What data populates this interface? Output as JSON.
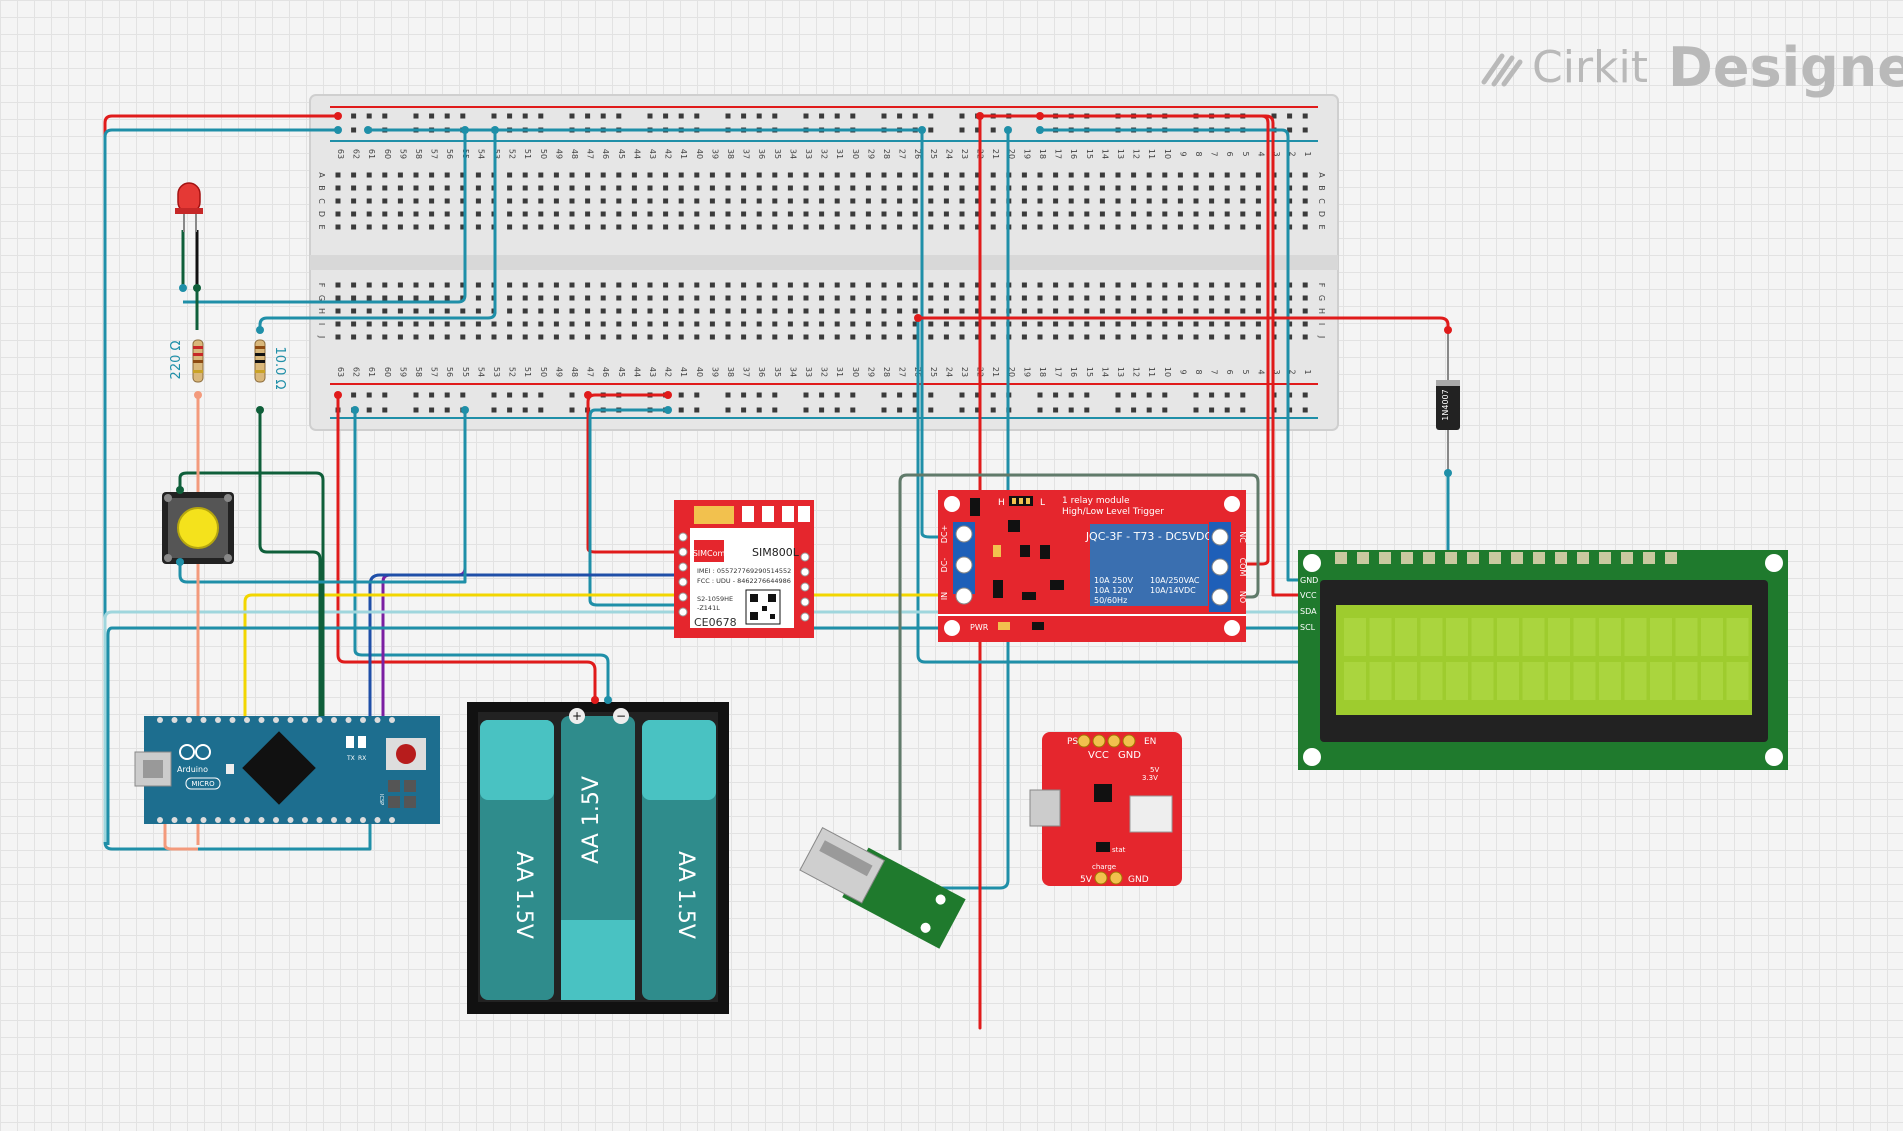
{
  "app": {
    "logo_brand": "Cirkit",
    "logo_product": "Designer"
  },
  "breadboard": {
    "column_numbers": [
      "63",
      "62",
      "61",
      "60",
      "59",
      "58",
      "57",
      "56",
      "55",
      "54",
      "53",
      "52",
      "51",
      "50",
      "49",
      "48",
      "47",
      "46",
      "45",
      "44",
      "43",
      "42",
      "41",
      "40",
      "39",
      "38",
      "37",
      "36",
      "35",
      "34",
      "33",
      "32",
      "31",
      "30",
      "29",
      "28",
      "27",
      "26",
      "25",
      "24",
      "23",
      "22",
      "21",
      "20",
      "19",
      "18",
      "17",
      "16",
      "15",
      "14",
      "13",
      "12",
      "11",
      "10",
      "9",
      "8",
      "7",
      "6",
      "5",
      "4",
      "3",
      "2",
      "1"
    ],
    "row_letters_top": [
      "A",
      "B",
      "C",
      "D",
      "E"
    ],
    "row_letters_bottom": [
      "F",
      "G",
      "H",
      "I",
      "J"
    ]
  },
  "components": {
    "resistor_1": {
      "label": "220 Ω"
    },
    "resistor_2": {
      "label": "10.0 Ω"
    },
    "diode": {
      "label": "1N4007"
    },
    "sim_module": {
      "brand": "SIMCom",
      "model": "SIM800L",
      "imei": "IMEI : 055727769290514552",
      "fcc": "FCC : UDU - 8462276644986",
      "code": "S2-1059HE",
      "code2": "-Z141L",
      "ce": "CE0678"
    },
    "relay": {
      "title": "1 relay module",
      "subtitle": "High/Low Level Trigger",
      "relay_model": "JQC-3F - T73 - DC5VDC",
      "spec_left": [
        "10A 250V",
        "10A 120V",
        "50/60Hz"
      ],
      "spec_right": [
        "10A/250VAC",
        "10A/14VDC"
      ],
      "pin_dc_plus": "DC+",
      "pin_dc_minus": "DC-",
      "pin_in": "IN",
      "pin_no": "NO",
      "pin_com": "COM",
      "pin_nc": "NC",
      "pwr": "PWR",
      "h": "H",
      "l": "L"
    },
    "lcd": {
      "pins": [
        "GND",
        "VCC",
        "SDA",
        "SCL"
      ]
    },
    "battery": {
      "cells": [
        "AA 1.5V",
        "AA 1.5V",
        "AA 1.5V"
      ],
      "plus": "+",
      "minus": "−"
    },
    "arduino": {
      "brand": "Arduino",
      "model": "MICRO",
      "tx": "TX",
      "rx": "RX",
      "icsp": "ICSP"
    },
    "charger": {
      "ps": "PS",
      "en": "EN",
      "vcc": "VCC",
      "gnd_top": "GND",
      "v5": "5V",
      "v33": "3.3V",
      "charge": "charge",
      "stat": "stat",
      "v5_bottom": "5V",
      "gnd_bottom": "GND"
    }
  },
  "colors": {
    "wire_red": "#e01b1b",
    "wire_teal": "#1f8fa8",
    "wire_darkgreen": "#0f5f3a",
    "wire_yellow": "#f2d600",
    "wire_purple": "#7b1fa2",
    "wire_blue": "#1f4fa8",
    "wire_gray": "#607a6a",
    "wire_salmon": "#f39a7c",
    "wire_lightblue": "#9fd6dd",
    "breadboard": "#e6e6e6",
    "pcb_red": "#e5262d",
    "pcb_blue": "#1d6e8f",
    "pcb_green": "#1f7a2d",
    "lcd_screen": "#9ecc2e",
    "battery_cell": "#2f8c8c"
  }
}
